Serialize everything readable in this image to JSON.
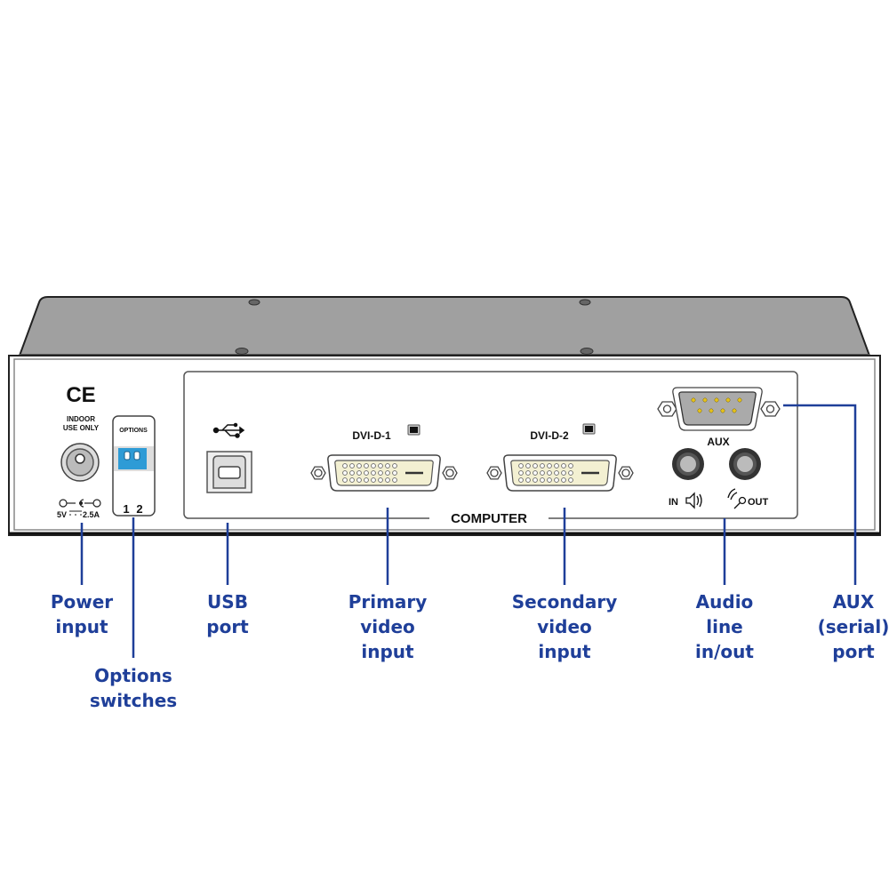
{
  "device": {
    "ce_mark": "CE",
    "indoor_line1": "INDOOR",
    "indoor_line2": "USE ONLY",
    "power_rating_voltage": "5V",
    "power_rating_current": "2.5A",
    "options_label": "OPTIONS",
    "options_switch_1": "1",
    "options_switch_2": "2",
    "dvi1_label": "DVI-D-1",
    "dvi2_label": "DVI-D-2",
    "computer_label": "COMPUTER",
    "aux_label": "AUX",
    "audio_in_label": "IN",
    "audio_out_label": "OUT"
  },
  "icons": {
    "usb": "usb-trident-icon",
    "monitor": "monitor-icon",
    "speaker": "speaker-icon",
    "microphone": "microphone-icon",
    "ce": "ce-mark-icon"
  },
  "colors": {
    "callout": "#1f3f99",
    "chassis_top": "#a0a0a0",
    "dip_switch": "#2e9bd6",
    "dvi_pins": "#f3f0d2",
    "serial_pins": "#e6c21a"
  },
  "callouts": [
    {
      "id": "power",
      "lines": [
        "Power",
        "input"
      ]
    },
    {
      "id": "options",
      "lines": [
        "Options",
        "switches"
      ]
    },
    {
      "id": "usb",
      "lines": [
        "USB",
        "port"
      ]
    },
    {
      "id": "primary",
      "lines": [
        "Primary",
        "video",
        "input"
      ]
    },
    {
      "id": "secondary",
      "lines": [
        "Secondary",
        "video",
        "input"
      ]
    },
    {
      "id": "audio",
      "lines": [
        "Audio",
        "line",
        "in/out"
      ]
    },
    {
      "id": "aux",
      "lines": [
        "AUX",
        "(serial)",
        "port"
      ]
    }
  ]
}
